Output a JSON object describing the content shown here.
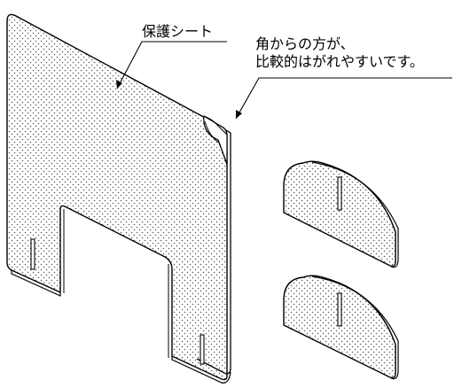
{
  "labels": {
    "protective_sheet": "保護シート",
    "tip_line1": "角からの方が、",
    "tip_line2": "比較的はがれやすいです。"
  },
  "colors": {
    "line": "#000000",
    "background": "#ffffff",
    "dots": "#555555"
  }
}
